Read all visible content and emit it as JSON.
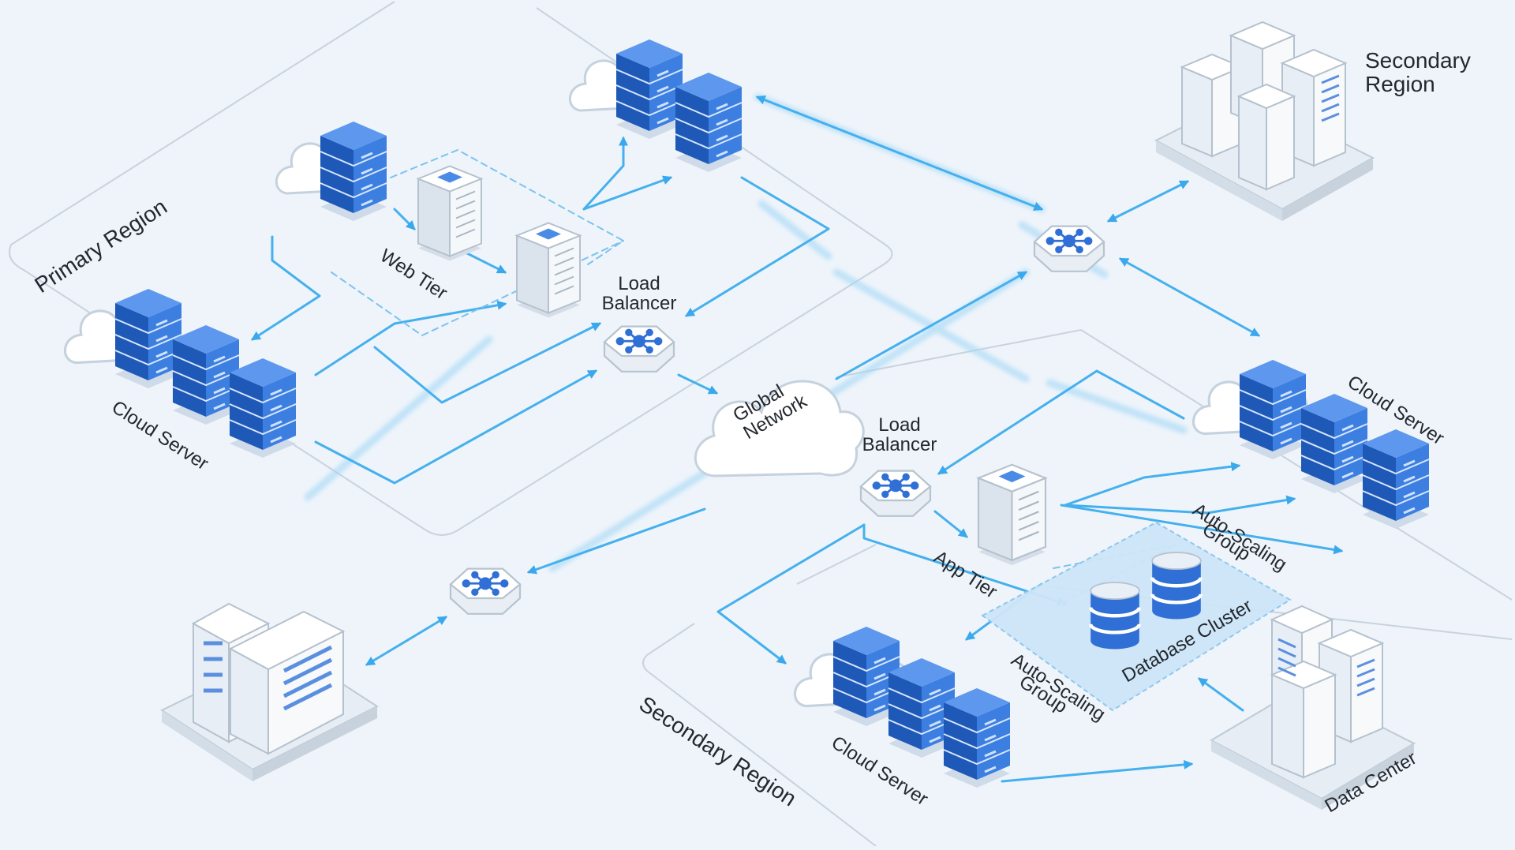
{
  "labels": {
    "primary_region": "Primary Region",
    "secondary_region_top": [
      "Secondary",
      "Region"
    ],
    "secondary_region_bottom": "Secondary Region",
    "web_tier": "Web Tier",
    "app_tier": "App Tier",
    "load_balancer_top": [
      "Load",
      "Balancer"
    ],
    "load_balancer_mid": [
      "Load",
      "Balancer"
    ],
    "global_network": [
      "Global",
      "Network"
    ],
    "cloud_server_left": "Cloud Server",
    "cloud_server_right": "Cloud Server",
    "cloud_server_bottom": "Cloud Server",
    "auto_scaling_right": [
      "Auto-Scaling",
      "Group"
    ],
    "auto_scaling_bottom": [
      "Auto-Scaling",
      "Group"
    ],
    "database_cluster": "Database Cluster",
    "data_center": "Data Center"
  },
  "colors": {
    "background": "#eef4fa",
    "server_blue": "#2f6fd6",
    "connection_blue": "#45b0ee",
    "region_outline": "#c9d3dd"
  }
}
